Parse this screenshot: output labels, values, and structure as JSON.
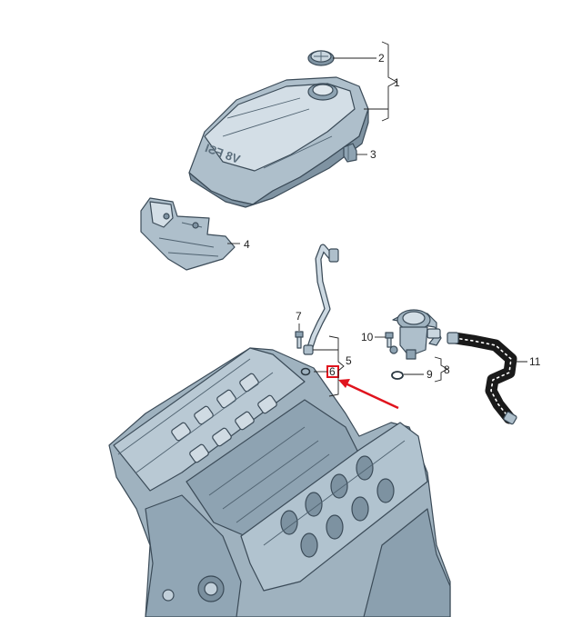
{
  "diagram": {
    "callouts": [
      {
        "id": "1",
        "label": "1"
      },
      {
        "id": "2",
        "label": "2"
      },
      {
        "id": "3",
        "label": "3"
      },
      {
        "id": "4",
        "label": "4"
      },
      {
        "id": "5",
        "label": "5"
      },
      {
        "id": "6",
        "label": "6"
      },
      {
        "id": "7",
        "label": "7"
      },
      {
        "id": "8",
        "label": "8"
      },
      {
        "id": "9",
        "label": "9"
      },
      {
        "id": "10",
        "label": "10"
      },
      {
        "id": "11",
        "label": "11"
      }
    ],
    "cover_text": "V8 FSI",
    "colors": {
      "part_fill": "#aebfcb",
      "part_light": "#d3dee6",
      "part_dark": "#7f93a2",
      "hose": "#1a1a1a",
      "highlight": "#e0141e"
    }
  }
}
